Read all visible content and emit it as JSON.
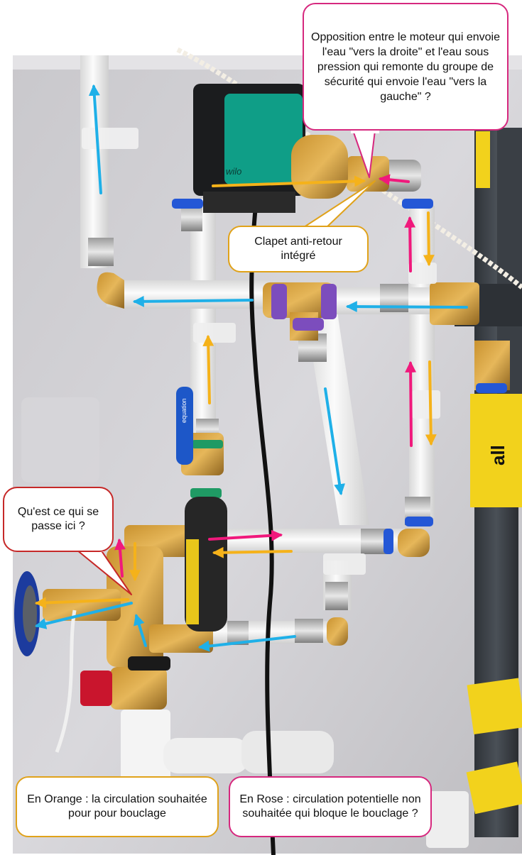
{
  "photo": {
    "pump_brand": "wilo",
    "valve_brand": "equation",
    "sticker_text": "all",
    "colors": {
      "orange_arrow": "#f5b21a",
      "pink_arrow": "#f0197c",
      "blue_arrow": "#1fb0e8",
      "pink_callout_border": "#d6287e",
      "orange_callout_border": "#e0a21a",
      "red_callout_border": "#c62828"
    }
  },
  "callouts": {
    "opposition": "Opposition entre le moteur qui envoie l'eau \"vers la droite\" et l'eau sous pression qui remonte du groupe de sécurité qui envoie l'eau \"vers la gauche\" ?",
    "clapet": "Clapet anti-retour intégré",
    "question": "Qu'est ce qui se passe ici ?",
    "legend_orange": "En Orange : la circulation souhaitée pour pour bouclage",
    "legend_pink": "En Rose : circulation potentielle non souhaitée qui bloque le bouclage ?"
  }
}
